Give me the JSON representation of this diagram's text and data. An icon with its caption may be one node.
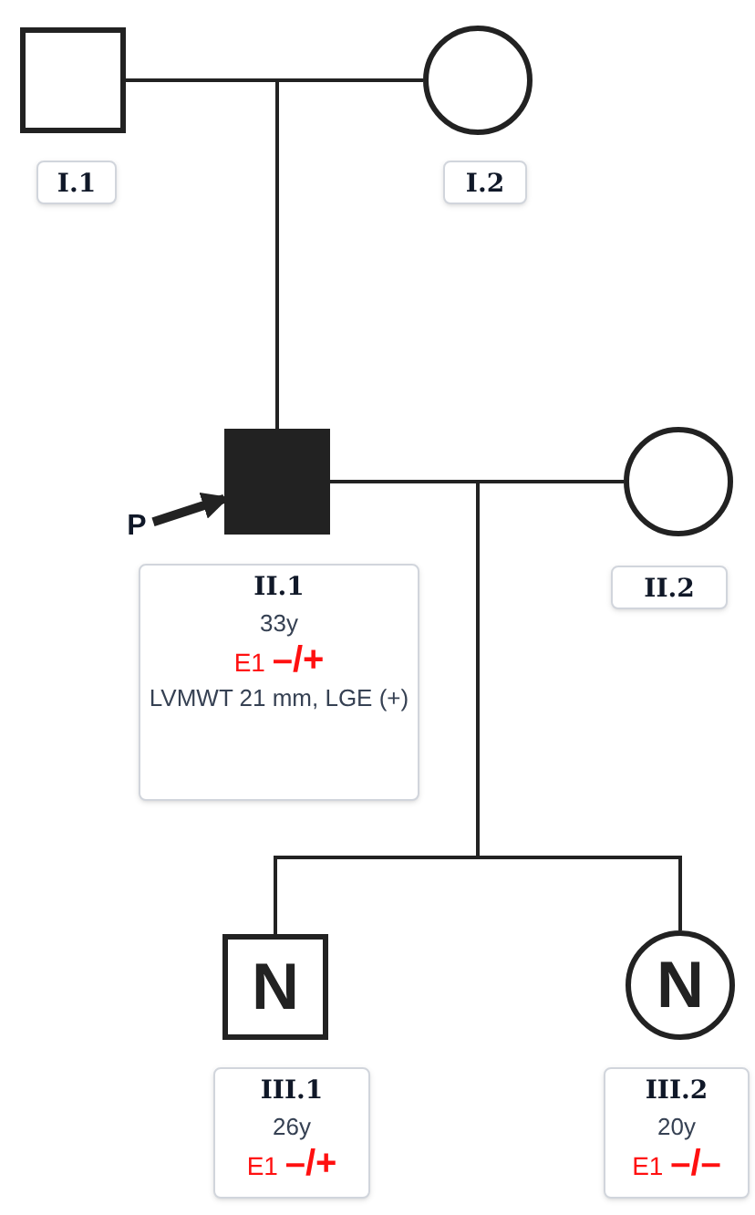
{
  "diagram": {
    "nodes": [
      {
        "text": [],
        "shape": "box"
      },
      {
        "text": [],
        "shape": "circle"
      },
      {
        "text": [
          "I.1"
        ]
      },
      {
        "text": [
          "I.2"
        ]
      },
      {
        "text": [
          "P"
        ]
      },
      {
        "text": [],
        "shape": "box"
      },
      {
        "text": [],
        "shape": "circle"
      },
      {
        "text": [
          "II.1",
          "33y",
          "E1 **–/+**",
          "LVMWT 21 mm, LGE (+)"
        ]
      },
      {
        "text": [
          "II.2"
        ]
      },
      {
        "text": [
          "N"
        ]
      },
      {
        "text": [
          "N"
        ]
      },
      {
        "text": [
          "III.1",
          "26y",
          "E1 **–/+**"
        ]
      },
      {
        "text": [
          "III.2",
          "20y",
          "E1 **–/–**"
        ]
      }
    ],
    "edges": [
      {
        "from": 0,
        "to": 1,
        "arrow": "none"
      },
      {
        "from": 0,
        "to": 5,
        "arrow": "none"
      },
      {
        "from": 1,
        "to": 5,
        "arrow": "none"
      },
      {
        "from": 5,
        "to": 6,
        "arrow": "none"
      },
      {
        "from": 4,
        "to": 5,
        "arrow": "to",
        "style": "thick"
      },
      {
        "from": 5,
        "to": 9,
        "arrow": "none"
      },
      {
        "from": 6,
        "to": 9,
        "arrow": "none"
      },
      {
        "from": 5,
        "to": 10,
        "arrow": "none"
      },
      {
        "from": 6,
        "to": 10,
        "arrow": "none"
      }
    ]
  }
}
